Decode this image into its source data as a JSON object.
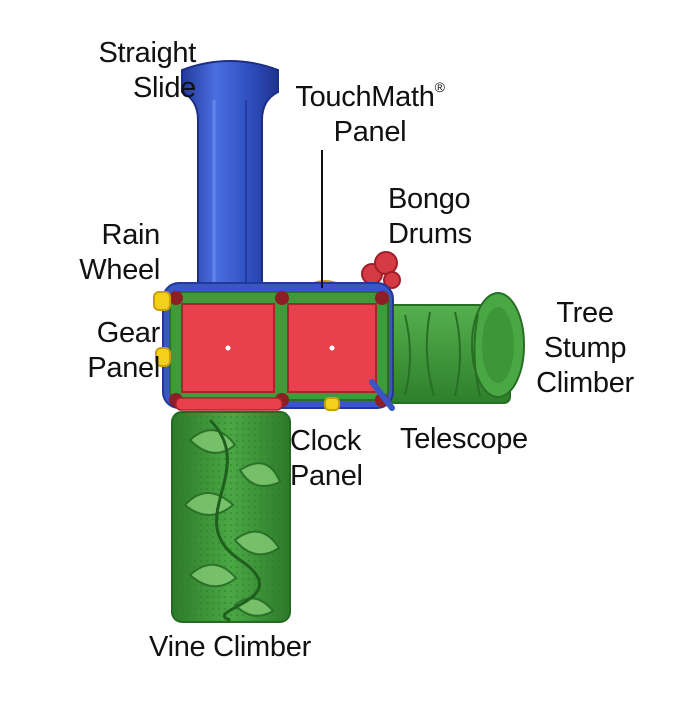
{
  "labels": {
    "straight_slide": [
      "Straight",
      "Slide"
    ],
    "touchmath_panel": [
      "TouchMath",
      "Panel"
    ],
    "touchmath_mark": "®",
    "bongo_drums": [
      "Bongo",
      "Drums"
    ],
    "rain_wheel": [
      "Rain",
      "Wheel"
    ],
    "gear_panel": [
      "Gear",
      "Panel"
    ],
    "tree_stump_climber": [
      "Tree",
      "Stump",
      "Climber"
    ],
    "clock_panel": [
      "Clock",
      "Panel"
    ],
    "telescope": "Telescope",
    "vine_climber": "Vine Climber"
  },
  "colors": {
    "slide_blue": "#2f4fc0",
    "deck_red": "#e8404c",
    "frame_green": "#3f9a3a",
    "accent_yellow": "#f4cf1c",
    "drum_red": "#d63a44"
  }
}
